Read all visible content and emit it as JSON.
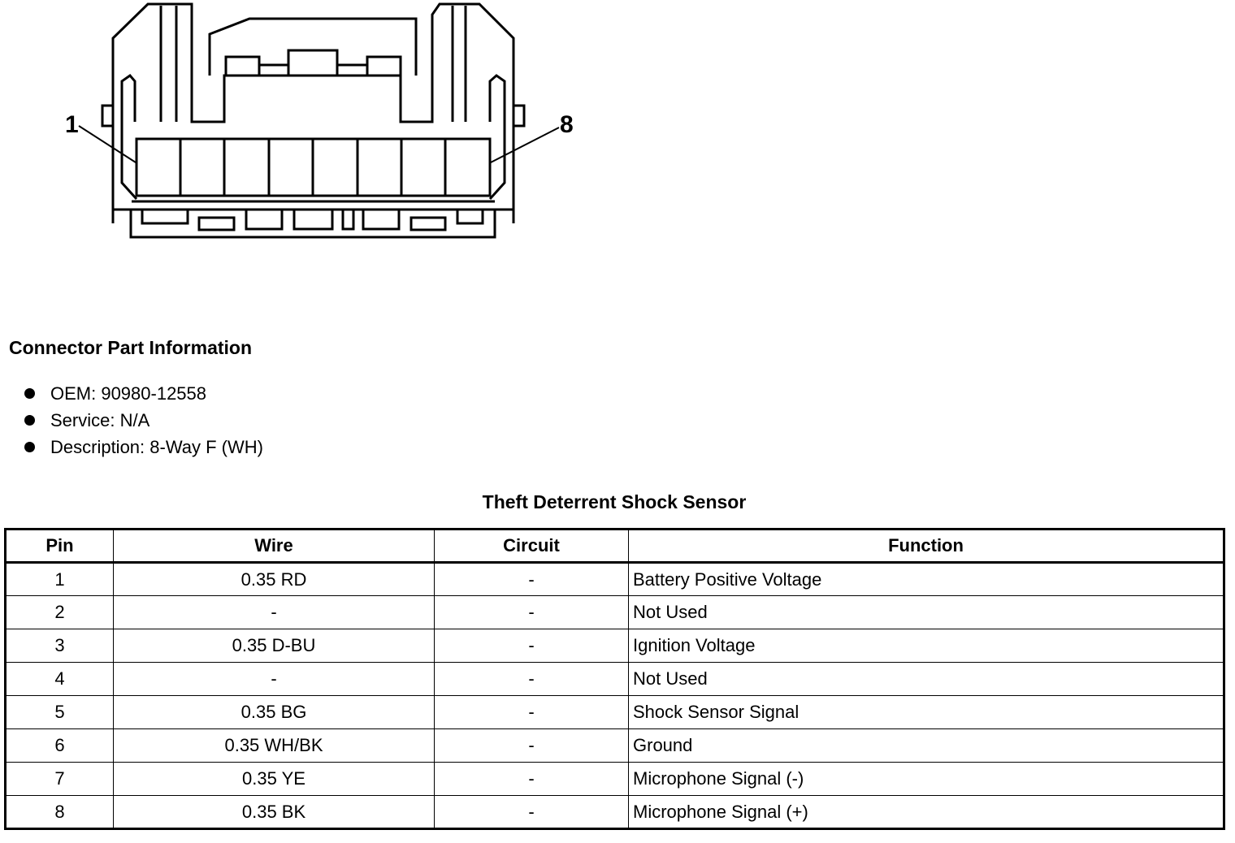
{
  "diagram": {
    "pin_first_label": "1",
    "pin_last_label": "8",
    "cavity_count": 8
  },
  "connector_info": {
    "heading": "Connector Part Information",
    "items": [
      "OEM: 90980-12558",
      "Service: N/A",
      "Description: 8-Way F (WH)"
    ]
  },
  "table": {
    "title": "Theft Deterrent Shock Sensor",
    "headers": [
      "Pin",
      "Wire",
      "Circuit",
      "Function"
    ],
    "rows": [
      [
        "1",
        "0.35 RD",
        "-",
        "Battery Positive Voltage"
      ],
      [
        "2",
        "-",
        "-",
        "Not Used"
      ],
      [
        "3",
        "0.35 D-BU",
        "-",
        "Ignition Voltage"
      ],
      [
        "4",
        "-",
        "-",
        "Not Used"
      ],
      [
        "5",
        "0.35 BG",
        "-",
        "Shock Sensor Signal"
      ],
      [
        "6",
        "0.35 WH/BK",
        "-",
        "Ground"
      ],
      [
        "7",
        "0.35 YE",
        "-",
        "Microphone Signal (-)"
      ],
      [
        "8",
        "0.35 BK",
        "-",
        "Microphone Signal (+)"
      ]
    ]
  }
}
